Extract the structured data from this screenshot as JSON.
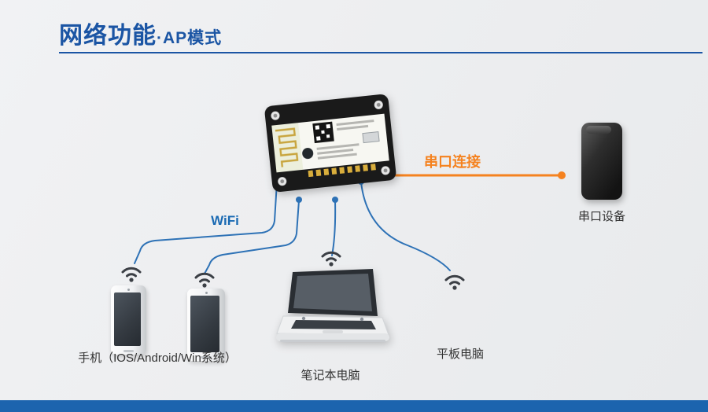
{
  "header": {
    "title": "网络功能",
    "subtitle": "·AP模式"
  },
  "diagram": {
    "wifi_label": "WiFi",
    "serial_link_label": "串口连接",
    "serial_device_label": "串口设备",
    "phone_label": "手机（IOS/Android/Win系统）",
    "laptop_label": "笔记本电脑",
    "tablet_label": "平板电脑"
  },
  "colors": {
    "title_blue": "#1b55a4",
    "connector_blue": "#2e72b6",
    "accent_orange": "#f5821f",
    "footer_blue": "#1c64ae",
    "background_gray": "#edeef0"
  }
}
